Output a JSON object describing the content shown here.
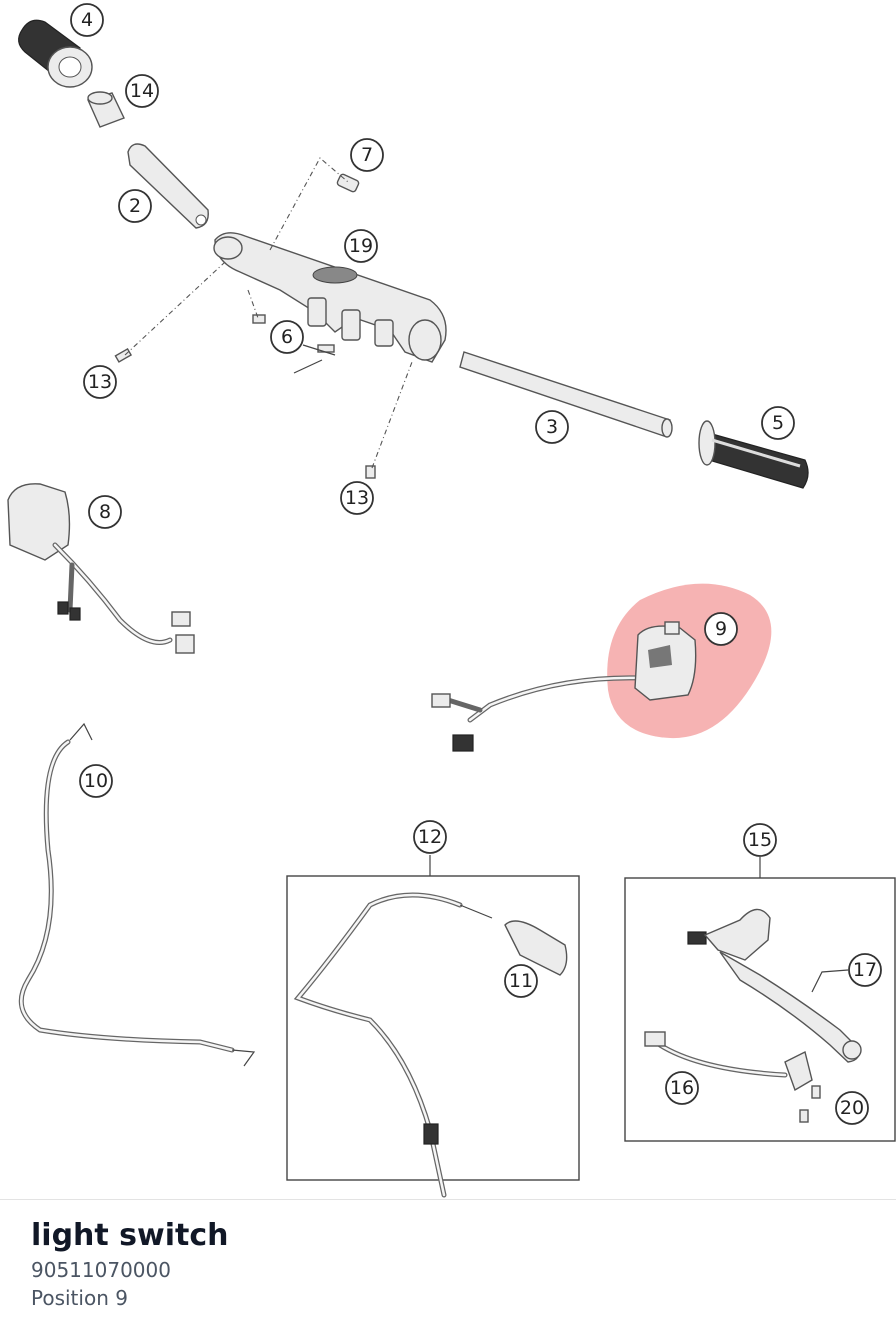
{
  "diagram": {
    "highlight_color": "#f08080",
    "callouts": {
      "c4": "4",
      "c14": "14",
      "c2": "2",
      "c7": "7",
      "c19": "19",
      "c6": "6",
      "c13a": "13",
      "c13b": "13",
      "c3": "3",
      "c5": "5",
      "c8": "8",
      "c9": "9",
      "c10": "10",
      "c12": "12",
      "c11": "11",
      "c15": "15",
      "c17": "17",
      "c16": "16",
      "c20": "20"
    }
  },
  "selection": {
    "name": "light switch",
    "number": "90511070000",
    "position": "Position 9"
  }
}
